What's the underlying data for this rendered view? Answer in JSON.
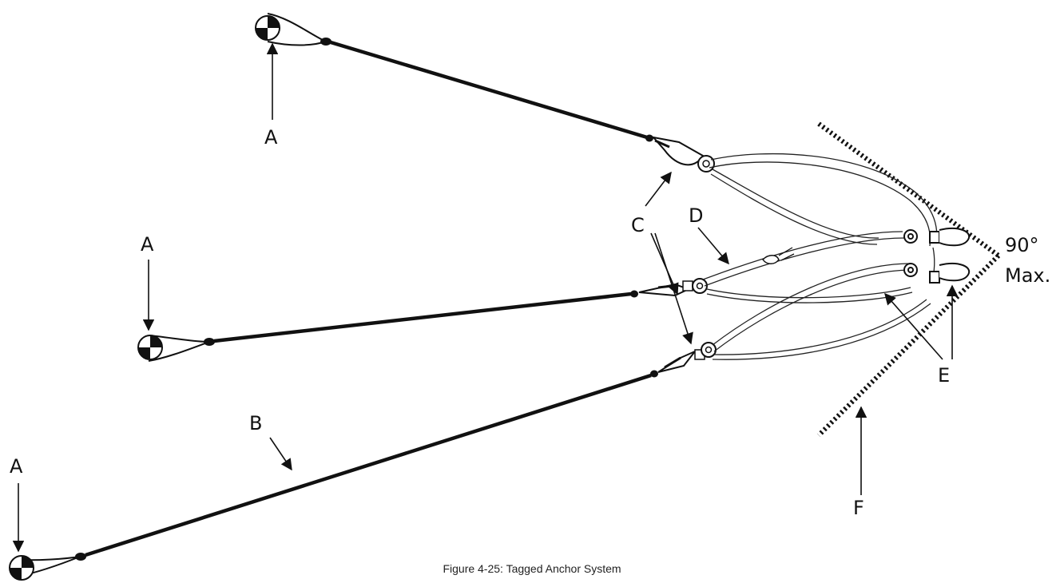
{
  "labels": {
    "a1": "A",
    "a2": "A",
    "a3": "A",
    "b": "B",
    "c": "C",
    "d": "D",
    "e": "E",
    "f": "F",
    "angle": "90°",
    "angle_unit": "Max."
  },
  "caption": "Figure 4-25: Tagged Anchor System"
}
